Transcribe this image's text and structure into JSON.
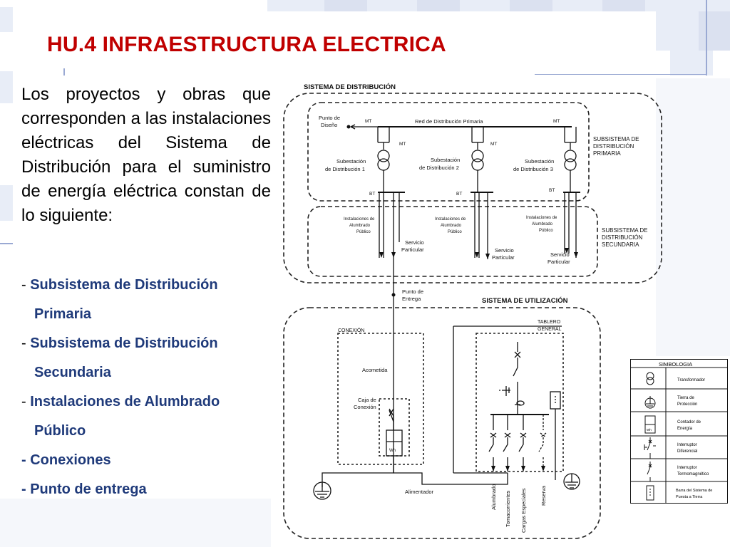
{
  "title": "HU.4 INFRAESTRUCTURA ELECTRICA",
  "intro": "Los proyectos y obras que corresponden a las instalaciones eléctricas del Sistema de Distribución para el suministro de energía eléctrica constan de lo siguiente:",
  "list": [
    {
      "dash": "- ",
      "line1": "Subsistema de Distribución",
      "line2": "Primaria"
    },
    {
      "dash": "- ",
      "line1": "Subsistema de Distribución",
      "line2": "Secundaria"
    },
    {
      "dash": "- ",
      "line1": "Instalaciones de Alumbrado",
      "line2": "Público"
    },
    {
      "dash": "",
      "line1": "- Conexiones",
      "line2": ""
    },
    {
      "dash": "",
      "line1": "- Punto de entrega",
      "line2": ""
    }
  ],
  "colors": {
    "title": "#c00000",
    "list": "#1f3a7a",
    "accent_line": "#9aa9d3"
  },
  "diagram": {
    "sistema_distribucion": "SISTEMA DE DISTRIBUCIÓN",
    "punto_diseno": [
      "Punto de",
      "Diseño"
    ],
    "red_primaria": "Red de Distribución Primaria",
    "mt": "MT",
    "bt": "BT",
    "subestaciones": [
      [
        "Subestación",
        "de Distribución 1"
      ],
      [
        "Subestación",
        "de Distribución 2"
      ],
      [
        "Subestación",
        "de Distribución 3"
      ]
    ],
    "subsistema_primaria": [
      "SUBSISTEMA DE",
      "DISTRIBUCIÓN",
      "PRIMARIA"
    ],
    "subsistema_secundaria": [
      "SUBSISTEMA DE",
      "DISTRIBUCIÓN",
      "SECUNDARIA"
    ],
    "alumbrado": [
      "Instalaciones de",
      "Alumbrado",
      "Público"
    ],
    "servicio": [
      "Servicio",
      "Particular"
    ],
    "punto_entrega": [
      "Punto de",
      "Entrega"
    ],
    "sistema_utilizacion": "SISTEMA DE UTILIZACIÓN",
    "conexion": "CONEXIÓN",
    "acometida": "Acometida",
    "caja": [
      "Caja de",
      "Conexión"
    ],
    "tablero": [
      "TABLERO",
      "GENERAL"
    ],
    "wh": "Wh",
    "alimentador": "Alimentador",
    "circuitos": [
      "Alumbrado",
      "Tomacorrientes",
      "Cargas Especiales",
      "Reserva"
    ]
  },
  "simbologia": {
    "heading": "SIMBOLOGIA",
    "items": [
      [
        "Transformador"
      ],
      [
        "Tierra de",
        "Protección"
      ],
      [
        "Contador de",
        "Energía"
      ],
      [
        "Interruptor",
        "Diferencial"
      ],
      [
        "Interruptor",
        "Termomagnético"
      ],
      [
        "Barra del Sistema de",
        "Puesta a Tierra"
      ]
    ]
  }
}
